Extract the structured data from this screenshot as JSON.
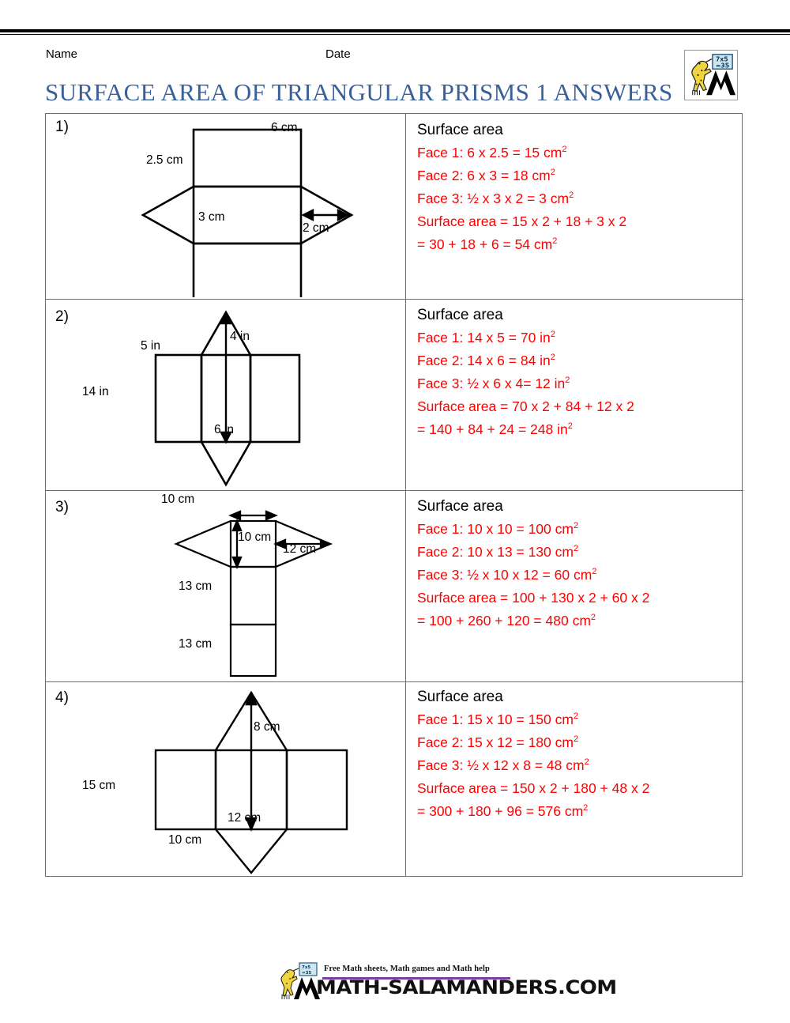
{
  "header": {
    "name_label": "Name",
    "date_label": "Date",
    "title": "SURFACE AREA OF TRIANGULAR PRISMS 1 ANSWERS",
    "logo": {
      "board_line1": "7x5",
      "board_line2": "=35",
      "alt": "math-salamanders-logo"
    },
    "title_color": "#3a6099"
  },
  "problems": [
    {
      "number": "1)",
      "diagram": {
        "type": "net-vertical-3-rect-side-triangles",
        "labels": {
          "top": "6 cm",
          "left": "2.5 cm",
          "middle": "3 cm",
          "arrow": "2 cm"
        }
      },
      "answer": {
        "title": "Surface area",
        "lines": [
          {
            "text": "Face 1: 6 x 2.5 = 15 cm",
            "sup": "2"
          },
          {
            "text": "Face 2: 6 x 3 = 18 cm",
            "sup": "2"
          },
          {
            "text": "Face 3: ½ x 3 x 2 = 3 cm",
            "sup": "2"
          },
          {
            "text": "Surface area = 15 x 2 + 18 + 3 x 2",
            "sup": ""
          },
          {
            "text": "= 30 + 18 + 6 = 54 cm",
            "sup": "2"
          }
        ]
      }
    },
    {
      "number": "2)",
      "diagram": {
        "type": "net-horizontal-3-rect-top-bottom-triangles",
        "labels": {
          "top_left": "5 in",
          "height_arrow": "4 in",
          "left": "14 in",
          "bottom": "6 in"
        }
      },
      "answer": {
        "title": "Surface area",
        "lines": [
          {
            "text": "Face 1: 14 x 5 = 70 in",
            "sup": "2"
          },
          {
            "text": "Face 2: 14 x 6 = 84 in",
            "sup": "2"
          },
          {
            "text": "Face 3: ½ x 6 x 4= 12 in",
            "sup": "2"
          },
          {
            "text": "Surface area = 70 x 2 + 84 + 12 x 2",
            "sup": ""
          },
          {
            "text": "= 140 + 84 + 24 = 248 in",
            "sup": "2"
          }
        ]
      }
    },
    {
      "number": "3)",
      "diagram": {
        "type": "net-vertical-3-rect-top-side-triangles",
        "labels": {
          "top": "10 cm",
          "inner_height": "10 cm",
          "slant": "12 cm",
          "mid": "13 cm",
          "bottom": "13 cm"
        }
      },
      "answer": {
        "title": "Surface area",
        "lines": [
          {
            "text": "Face 1: 10 x 10 = 100 cm",
            "sup": "2"
          },
          {
            "text": "Face 2: 10 x 13 = 130 cm",
            "sup": "2"
          },
          {
            "text": "Face 3: ½ x 10 x 12 = 60 cm",
            "sup": "2"
          },
          {
            "text": "Surface area = 100 + 130 x 2 + 60 x 2",
            "sup": ""
          },
          {
            "text": "= 100 + 260 + 120 = 480 cm",
            "sup": "2"
          }
        ]
      }
    },
    {
      "number": "4)",
      "diagram": {
        "type": "net-horizontal-3-rect-top-bottom-triangles",
        "labels": {
          "height_arrow": "8 cm",
          "left": "15 cm",
          "middle": "12 cm",
          "bottom_left": "10 cm"
        }
      },
      "answer": {
        "title": "Surface area",
        "lines": [
          {
            "text": "Face 1: 15 x 10 = 150 cm",
            "sup": "2"
          },
          {
            "text": "Face 2: 15 x 12 = 180 cm",
            "sup": "2"
          },
          {
            "text": "Face 3: ½ x 12 x 8 = 48 cm",
            "sup": "2"
          },
          {
            "text": "Surface area = 150 x 2 + 180 + 48 x 2",
            "sup": ""
          },
          {
            "text": "= 300 + 180 + 96 = 576 cm",
            "sup": "2"
          }
        ]
      }
    }
  ],
  "footer": {
    "tagline": "Free Math sheets, Math games and Math help",
    "site": "MATH-SALAMANDERS.COM",
    "rule_color": "#7c3fa0"
  }
}
